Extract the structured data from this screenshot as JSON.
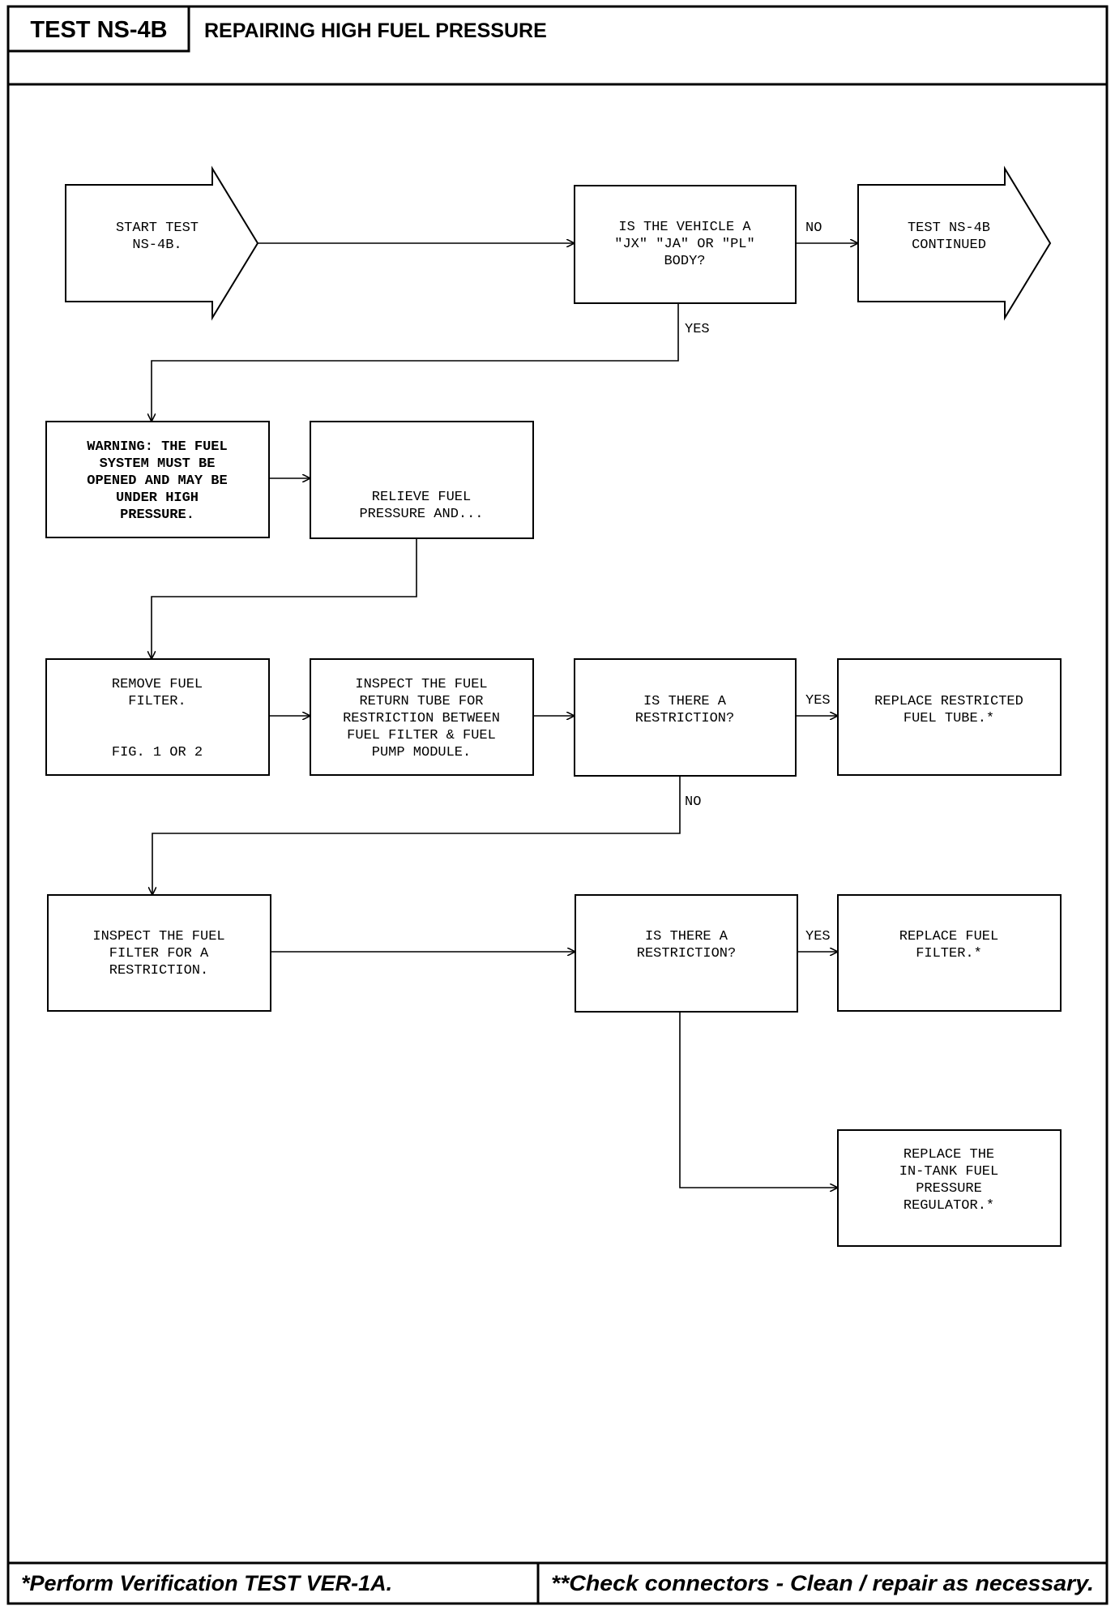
{
  "header": {
    "test_id": "TEST NS-4B",
    "title": "REPAIRING HIGH FUEL PRESSURE"
  },
  "nodes": {
    "start": [
      "START TEST",
      "NS-4B."
    ],
    "q_vehicle": [
      "IS THE VEHICLE A",
      "\"JX\" \"JA\" OR \"PL\"",
      "BODY?"
    ],
    "continued": [
      "TEST NS-4B",
      "CONTINUED"
    ],
    "warning": [
      "WARNING: THE FUEL",
      "SYSTEM MUST BE",
      "OPENED AND MAY BE",
      "UNDER HIGH",
      "PRESSURE."
    ],
    "relieve": [
      "RELIEVE FUEL",
      "PRESSURE AND..."
    ],
    "remove_filter": [
      "REMOVE FUEL",
      "FILTER."
    ],
    "remove_filter_fig": "FIG. 1 OR 2",
    "inspect_return": [
      "INSPECT THE FUEL",
      "RETURN TUBE FOR",
      "RESTRICTION BETWEEN",
      "FUEL FILTER & FUEL",
      "PUMP MODULE."
    ],
    "q_restriction_1": [
      "IS THERE A",
      "RESTRICTION?"
    ],
    "replace_tube": [
      "REPLACE RESTRICTED",
      "FUEL TUBE.*"
    ],
    "inspect_filter": [
      "INSPECT THE FUEL",
      "FILTER FOR A",
      "RESTRICTION."
    ],
    "q_restriction_2": [
      "IS THERE A",
      "RESTRICTION?"
    ],
    "replace_filter": [
      "REPLACE FUEL",
      "FILTER.*"
    ],
    "replace_regulator": [
      "REPLACE THE",
      "IN-TANK FUEL",
      "PRESSURE",
      "REGULATOR.*"
    ]
  },
  "edge_labels": {
    "no_1": "NO",
    "yes_1": "YES",
    "yes_2": "YES",
    "no_2": "NO",
    "yes_3": "YES"
  },
  "footer": {
    "left": "*Perform Verification TEST VER-1A.",
    "right": "**Check connectors - Clean / repair as necessary."
  }
}
